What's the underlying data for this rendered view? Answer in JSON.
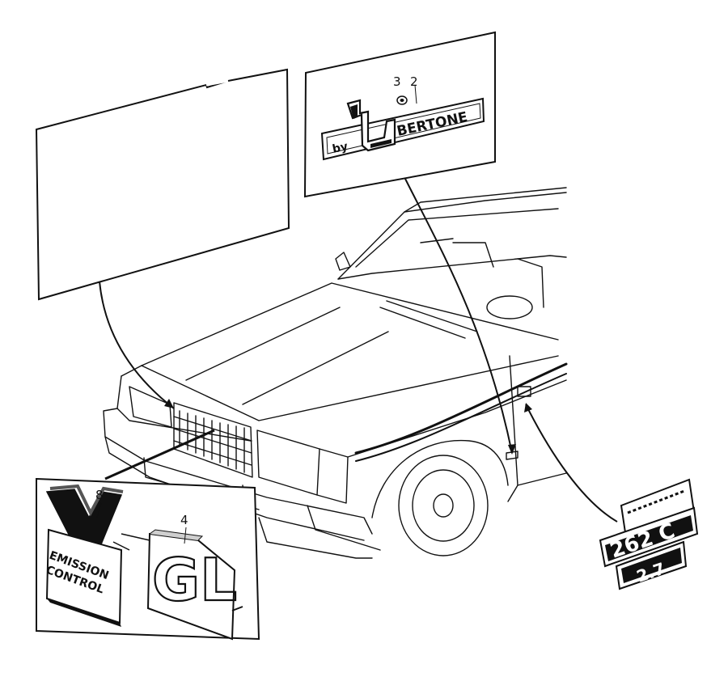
{
  "callouts": {
    "c3": "3",
    "c2": "2",
    "c8": "8",
    "c4": "4"
  },
  "badges": {
    "bertone_by": "by",
    "bertone_name": "BERTONE",
    "emission_line1": "EMISSION",
    "emission_line2": "CONTROL",
    "gl": "GL",
    "model_top": "262 C",
    "model_bottom": "2.7"
  },
  "colors": {
    "ink": "#111111",
    "paper": "#ffffff",
    "shade": "#cfcfcf"
  }
}
